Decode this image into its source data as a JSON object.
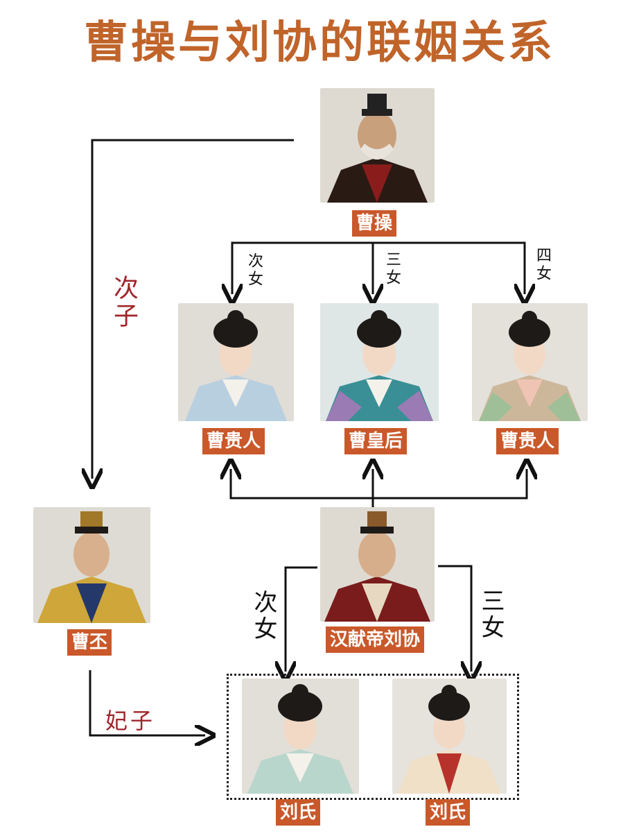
{
  "title": "曹操与刘协的联姻关系",
  "people": {
    "cao_cao": "曹操",
    "cao_pi": "曹丕",
    "daughter_2": "曹贵人",
    "daughter_3": "曹皇后",
    "daughter_4": "曹贵人",
    "liu_xie": "汉献帝刘协",
    "liu_daughter_2": "刘氏",
    "liu_daughter_3": "刘氏"
  },
  "relations": {
    "son_2": "次子",
    "daughter_2": "次女",
    "daughter_3": "三女",
    "daughter_4": "四女",
    "liu_daughter_2": "次女",
    "liu_daughter_3": "三女",
    "consort": "妃子"
  },
  "colors": {
    "title": "#c0642a",
    "label_bg": "#c9582a",
    "label_text": "#ffffff",
    "handwriting_red": "#a0242a"
  }
}
